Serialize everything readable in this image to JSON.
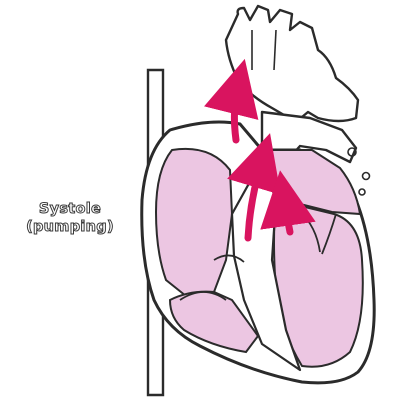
{
  "caption": {
    "line1": "Systole",
    "line2": "(pumping)"
  },
  "colors": {
    "outline": "#2b2b2b",
    "chamber_fill": "#ecc6e2",
    "arrow": "#d9145f",
    "background": "#ffffff"
  },
  "icons": [
    "heart-systole-diagram",
    "blood-flow-arrow"
  ]
}
